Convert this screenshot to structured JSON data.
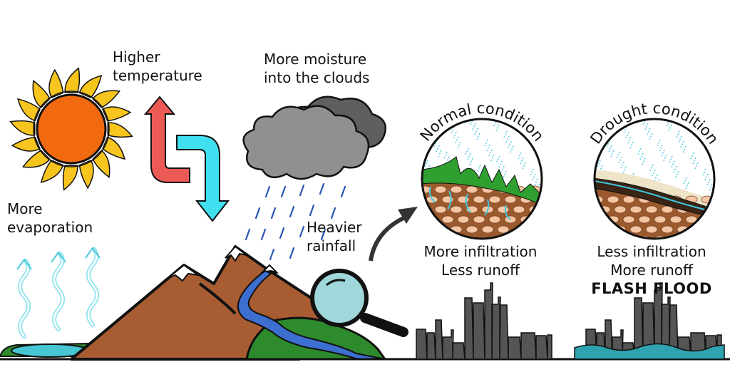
{
  "labels": {
    "higher_temperature": [
      "Higher",
      "temperature"
    ],
    "more_moisture": [
      "More moisture",
      "into the clouds"
    ],
    "more_evaporation": [
      "More",
      "evaporation"
    ],
    "heavier_rainfall": [
      "Heavier",
      "rainfall"
    ],
    "normal": {
      "title": "Normal  condition",
      "line1": "More infiltration",
      "line2": "Less runoff"
    },
    "drought": {
      "title": "Drought  condition",
      "line1": "Less infiltration",
      "line2": "More runoff",
      "line3": "FLASH FLOOD"
    }
  },
  "colors": {
    "sun_core": "#f26a0f",
    "sun_rays": "#f7c51e",
    "warm_arrow": "#ec5a55",
    "cool_arrow": "#40e0f0",
    "cloud": "#8c8c8c",
    "rain": "#2a55b5",
    "mountain": "#a85c32",
    "grass": "#3aa033",
    "river": "#3d6fd0",
    "soil": "#9a5a2e",
    "flood_water": "#2fa3b0",
    "city": "#555555"
  }
}
